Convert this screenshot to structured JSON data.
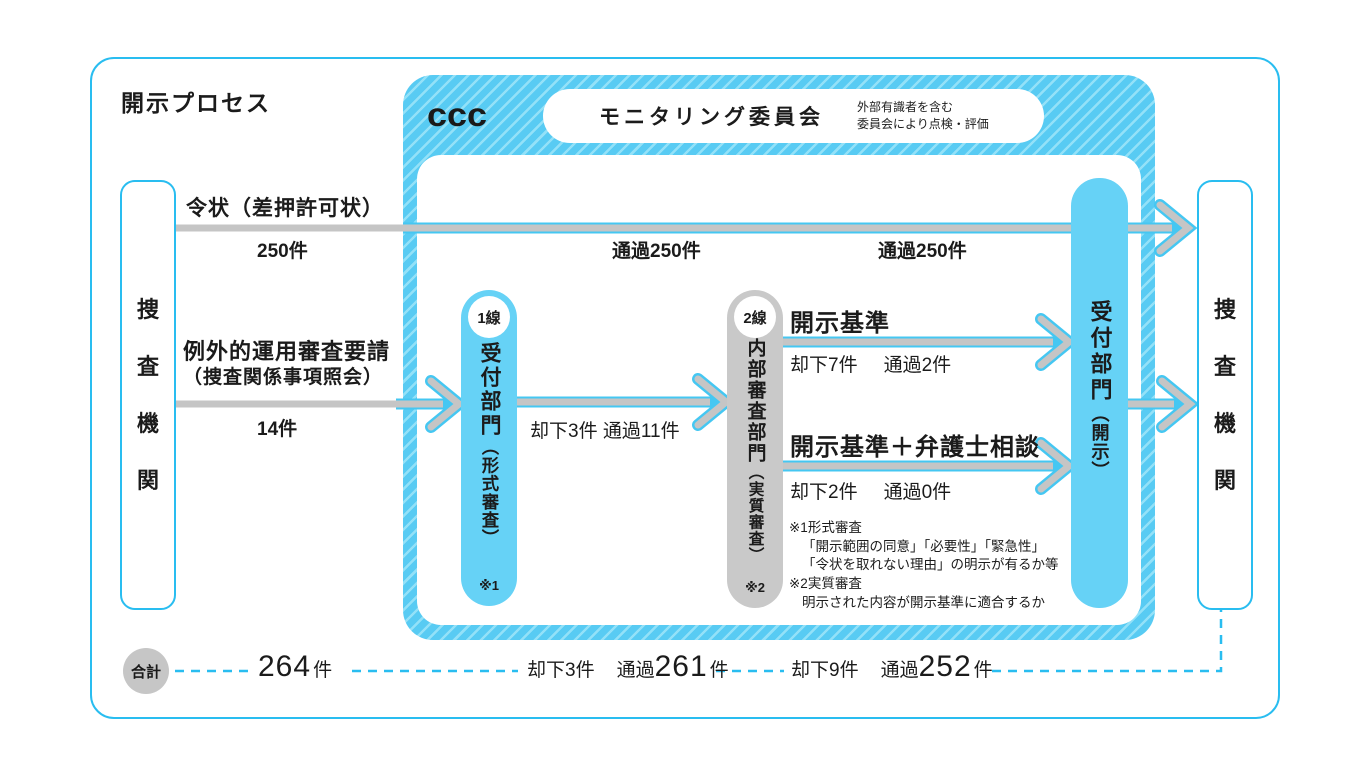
{
  "title": "開示プロセス",
  "colors": {
    "accent_cyan": "#29bdf0",
    "pill_cyan": "#66d2f6",
    "pill_gray": "#c9c9c9",
    "arrow_gray": "#c5c5c5"
  },
  "header": {
    "logo": "ccc",
    "committee": "モニタリング委員会",
    "note_line1": "外部有識者を含む",
    "note_line2": "委員会により点検・評価"
  },
  "left_box": {
    "label": "捜査機関"
  },
  "right_box": {
    "label": "捜査機関"
  },
  "flows": {
    "warrant": {
      "label": "令状（差押許可状）",
      "count": "250件",
      "pass_mid": "通過250件",
      "pass_right": "通過250件"
    },
    "exceptional": {
      "label": "例外的運用審査要請",
      "sublabel": "（捜査関係事項照会）",
      "count": "14件"
    },
    "stage1_out": {
      "rejected": "却下3件",
      "passed": "通過11件"
    },
    "criteria": {
      "label": "開示基準",
      "rejected": "却下7件",
      "passed": "通過2件"
    },
    "criteria_lawyer": {
      "label": "開示基準＋弁護士相談",
      "rejected": "却下2件",
      "passed": "通過0件"
    }
  },
  "pills": {
    "first": {
      "badge": "1線",
      "name": "受付部門",
      "sub": "（形式審査）",
      "note": "※1"
    },
    "second": {
      "badge": "2線",
      "name": "内部審査部門",
      "sub": "（実質審査）",
      "note": "※2"
    },
    "disclosure": {
      "name": "受付部門",
      "sub": "（開示）"
    }
  },
  "footnotes": {
    "lines": [
      "※1形式審査",
      "「開示範囲の同意」「必要性」「緊急性」",
      "「令状を取れない理由」の明示が有るか等",
      "※2実質審査",
      "明示された内容が開示基準に適合するか"
    ]
  },
  "totals": {
    "label": "合計",
    "total_num": "264",
    "total_unit": "件",
    "rejected1": "却下3件",
    "pass_label1": "通過",
    "passed1_num": "261",
    "passed1_unit": "件",
    "rejected2": "却下9件",
    "pass_label2": "通過",
    "passed2_num": "252",
    "passed2_unit": "件"
  }
}
